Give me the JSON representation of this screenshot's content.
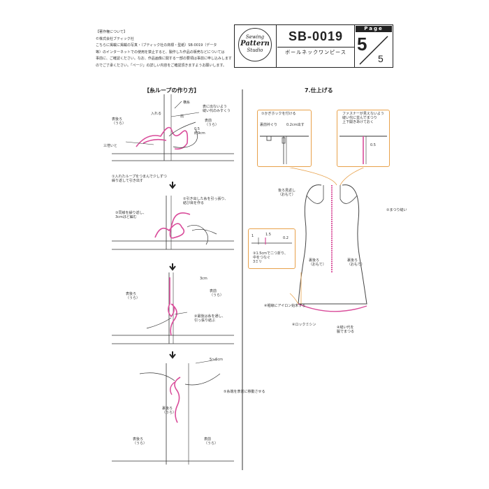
{
  "notes": {
    "title": "【著作権について】",
    "lines": [
      "©株式会社ブティック社",
      "こちらに掲載に掲載の写真・（ブティック社の商標・型紙）SB-0019（データ",
      "等）のインターネットでの使用を禁止すると、製作した作品の販売などについては",
      "事前に、ご確認ください。なお、作品画像に関する一部の要項は事前に申し込みします",
      "のでご了承ください。「ページ」の詳しい内容をご確認頂きますようお願いします。"
    ]
  },
  "header": {
    "logo_lines": [
      "Sewing",
      "Pattern",
      "Studio"
    ],
    "pattern_code": "SB-0019",
    "pattern_name": "ボールネックワンピース",
    "page_label": "Page",
    "page_number": "5",
    "page_total": "5"
  },
  "left": {
    "title": "【糸ループの作り方】",
    "labels": {
      "outer_label": "表に出ないよう\n縫い代のみすくう",
      "yokobari": "横糸",
      "ireru": "入れる",
      "dasu": "出",
      "ura_top": "表後ろ\n（うら）",
      "mae_top": "表前\n（うら）",
      "san_bai": "三倍いと",
      "measure": "0.5\n約9cm",
      "step1": "①入れたループをつまんで少しずつ\n繰り返して引き出す",
      "step2": "②引き出した糸を引っ張り、\n結び目を作る",
      "step3": "③同様を繰り返し、\n3cmほど編む",
      "len": "3cm",
      "ura2": "表後ろ\n（うら）",
      "mae2": "表前\n（うら）",
      "step4": "④最後は糸を通し、\n引っ張り結ぶ",
      "range": "5〜6cm",
      "step5": "⑤糸端を表前に移動させる",
      "ura3": "裏後ろ\n（うら）",
      "ura4": "表後ろ\n（うら）",
      "mae3": "表前\n（うら）"
    }
  },
  "right": {
    "title": "7.仕上げる",
    "callout1_title": "①かぎホックを付ける",
    "callout1_a": "裏前衿ぐり",
    "callout1_b": "0.2cm出す",
    "callout2_text": "ファスナーが見えないよう\n縫い代に並んでまつり\n上下開きあけておく",
    "callout2_val": "0.5",
    "label_back": "後ろ見返し\n（おもて）",
    "label_stitch": "②まつり縫い",
    "label_bl": "裏後ろ\n（おもて）",
    "label_br": "裏後ろ\n（おもて）",
    "hem_box_vals": [
      "1",
      "1.5",
      "0.2"
    ],
    "hem_box_text": "③1.5cmで二つ折り、\n中をつなぐ\n3ミリ",
    "label_hem": "④裾線にアイロン始末する",
    "label_lock": "④ロックミシン",
    "label_tack": "④縫い代を\n脇でまつる"
  },
  "colors": {
    "pink": "#d94c9a",
    "orange": "#e8a14a",
    "line": "#333333"
  }
}
